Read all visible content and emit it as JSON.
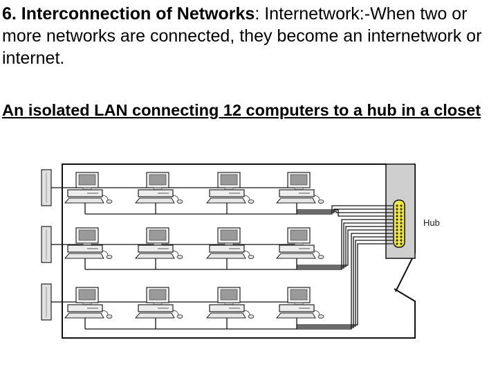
{
  "heading": {
    "bold": "6. Interconnection of Networks",
    "rest": ": Internetwork:-When two or more networks are connected, they become an internetwork or internet."
  },
  "subheading": "An isolated LAN connecting 12 computers to a hub in a closet",
  "diagram": {
    "hub_label": "Hub",
    "computer_count": 12,
    "rows": 3,
    "columns": 4
  }
}
